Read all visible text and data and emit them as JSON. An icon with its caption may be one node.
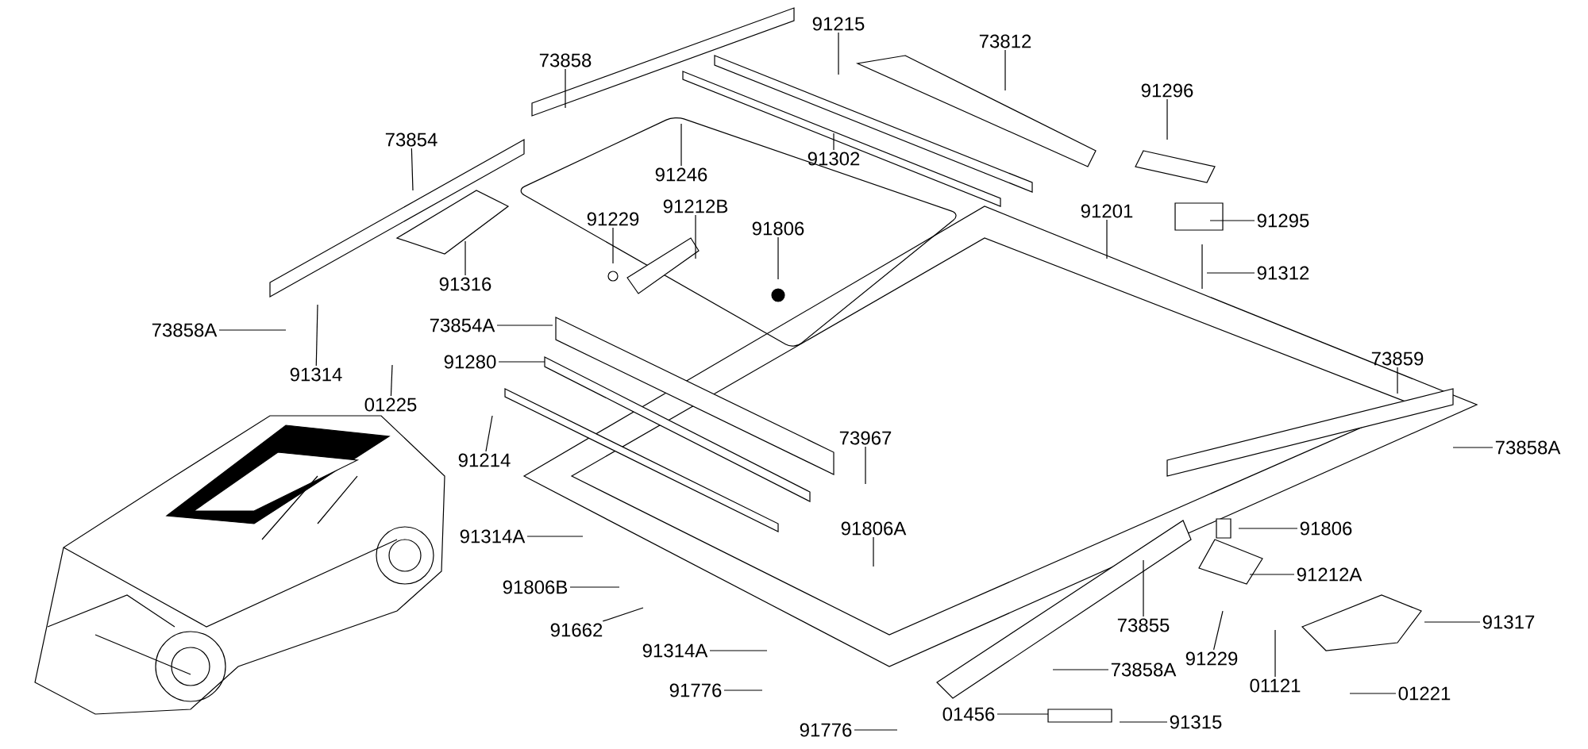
{
  "diagram": {
    "nodes": [
      {
        "text": [
          "73858"
        ]
      },
      {
        "text": [
          "73854"
        ]
      },
      {
        "text": [
          "91215"
        ]
      },
      {
        "text": [
          "73812"
        ]
      },
      {
        "text": [
          "91246"
        ]
      },
      {
        "text": [
          "91302"
        ]
      },
      {
        "text": [
          "91229"
        ]
      },
      {
        "text": [
          "91212B"
        ]
      },
      {
        "text": [
          "91806"
        ]
      },
      {
        "text": [
          "91296"
        ]
      },
      {
        "text": [
          "91295"
        ]
      },
      {
        "text": [
          "91316"
        ]
      },
      {
        "text": [
          "91201"
        ]
      },
      {
        "text": [
          "91312"
        ]
      },
      {
        "text": [
          "73854A"
        ]
      },
      {
        "text": [
          "73858A"
        ]
      },
      {
        "text": [
          "91314"
        ]
      },
      {
        "text": [
          "01225"
        ]
      },
      {
        "text": [
          "91280"
        ]
      },
      {
        "text": [
          "91214"
        ]
      },
      {
        "text": [
          "73859"
        ]
      },
      {
        "text": [
          "73967"
        ]
      },
      {
        "text": [
          "73858A"
        ]
      },
      {
        "text": [
          "91806"
        ]
      },
      {
        "text": [
          "91806A"
        ]
      },
      {
        "text": [
          "91314A"
        ]
      },
      {
        "text": [
          "91212A"
        ]
      },
      {
        "text": [
          "91806B"
        ]
      },
      {
        "text": [
          "91662"
        ]
      },
      {
        "text": [
          "73855"
        ]
      },
      {
        "text": [
          "91317"
        ]
      },
      {
        "text": [
          "91229"
        ]
      },
      {
        "text": [
          "91314A"
        ]
      },
      {
        "text": [
          "73858A"
        ]
      },
      {
        "text": [
          "01121"
        ]
      },
      {
        "text": [
          "01221"
        ]
      },
      {
        "text": [
          "91776"
        ]
      },
      {
        "text": [
          "01456"
        ]
      },
      {
        "text": [
          "91315"
        ]
      },
      {
        "text": [
          "91776"
        ]
      }
    ],
    "edges": [
      {
        "from": 0,
        "to": null,
        "arrow": "none"
      },
      {
        "from": 1,
        "to": null,
        "arrow": "none"
      },
      {
        "from": 2,
        "to": null,
        "arrow": "none"
      },
      {
        "from": 3,
        "to": null,
        "arrow": "none"
      },
      {
        "from": 4,
        "to": null,
        "arrow": "none"
      },
      {
        "from": 5,
        "to": null,
        "arrow": "none"
      },
      {
        "from": 6,
        "to": null,
        "arrow": "none"
      },
      {
        "from": 7,
        "to": null,
        "arrow": "none"
      },
      {
        "from": 8,
        "to": null,
        "arrow": "none"
      },
      {
        "from": 9,
        "to": null,
        "arrow": "none"
      },
      {
        "from": 10,
        "to": null,
        "arrow": "none"
      },
      {
        "from": 11,
        "to": null,
        "arrow": "none"
      },
      {
        "from": 12,
        "to": null,
        "arrow": "none"
      },
      {
        "from": 13,
        "to": null,
        "arrow": "none"
      },
      {
        "from": 14,
        "to": null,
        "arrow": "none"
      },
      {
        "from": 15,
        "to": null,
        "arrow": "none"
      },
      {
        "from": 16,
        "to": null,
        "arrow": "none"
      },
      {
        "from": 17,
        "to": null,
        "arrow": "none"
      },
      {
        "from": 18,
        "to": null,
        "arrow": "none"
      },
      {
        "from": 19,
        "to": null,
        "arrow": "none"
      },
      {
        "from": 20,
        "to": null,
        "arrow": "none"
      },
      {
        "from": 21,
        "to": null,
        "arrow": "none"
      },
      {
        "from": 22,
        "to": null,
        "arrow": "none"
      },
      {
        "from": 23,
        "to": null,
        "arrow": "none"
      },
      {
        "from": 24,
        "to": null,
        "arrow": "none"
      },
      {
        "from": 25,
        "to": null,
        "arrow": "none"
      },
      {
        "from": 26,
        "to": null,
        "arrow": "none"
      },
      {
        "from": 27,
        "to": null,
        "arrow": "none"
      },
      {
        "from": 28,
        "to": null,
        "arrow": "none"
      },
      {
        "from": 29,
        "to": null,
        "arrow": "none"
      },
      {
        "from": 30,
        "to": null,
        "arrow": "none"
      },
      {
        "from": 31,
        "to": null,
        "arrow": "none"
      },
      {
        "from": 32,
        "to": null,
        "arrow": "none"
      },
      {
        "from": 33,
        "to": null,
        "arrow": "none"
      },
      {
        "from": 34,
        "to": null,
        "arrow": "none"
      },
      {
        "from": 35,
        "to": null,
        "arrow": "none"
      },
      {
        "from": 36,
        "to": null,
        "arrow": "none"
      },
      {
        "from": 37,
        "to": null,
        "arrow": "none"
      },
      {
        "from": 38,
        "to": null,
        "arrow": "none"
      },
      {
        "from": 39,
        "to": null,
        "arrow": "none"
      }
    ]
  }
}
